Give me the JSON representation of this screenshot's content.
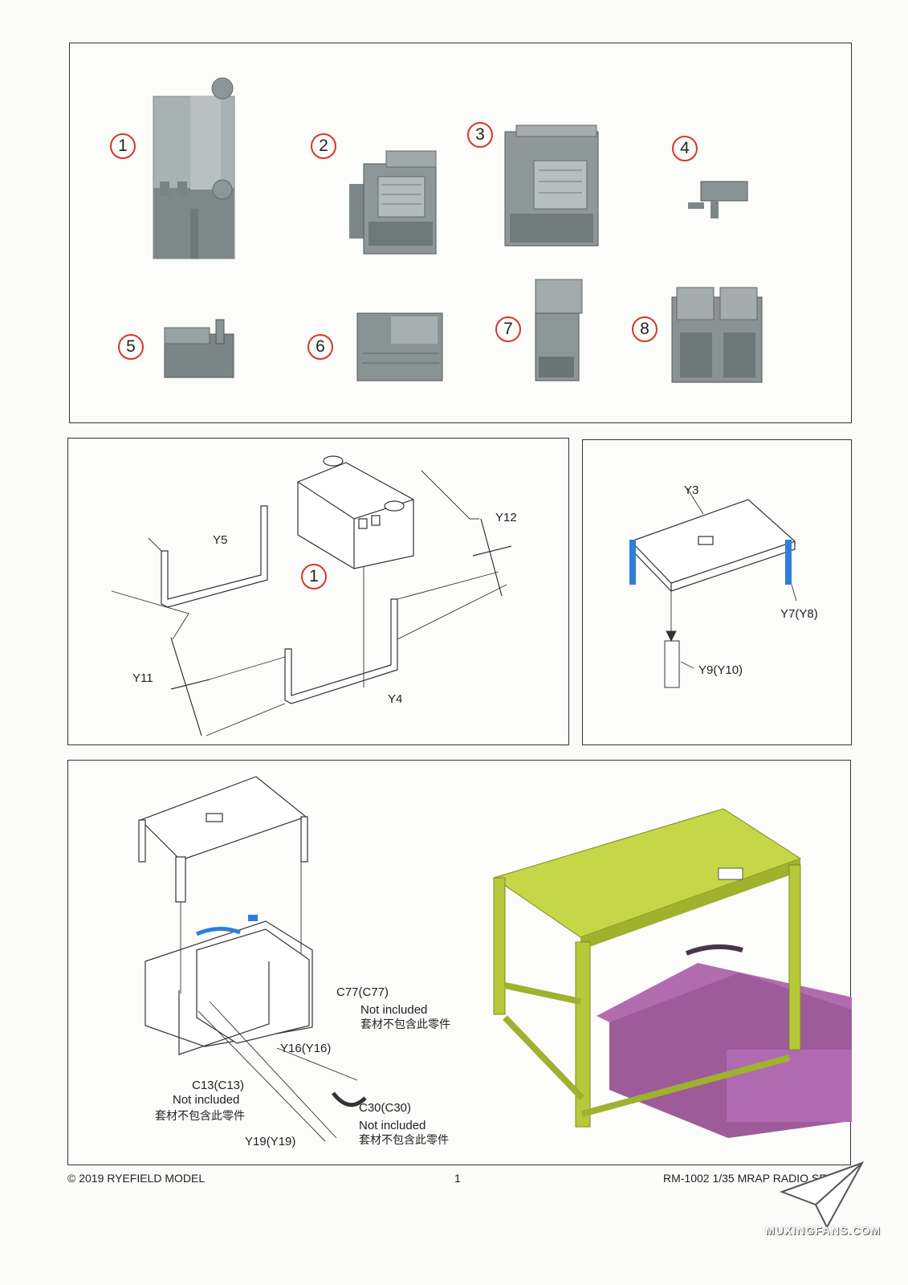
{
  "panel1": {
    "callouts": [
      "1",
      "2",
      "3",
      "4",
      "5",
      "6",
      "7",
      "8"
    ]
  },
  "panel2": {
    "labels": {
      "y5": "Y5",
      "y12": "Y12",
      "y11": "Y11",
      "y4": "Y4",
      "step": "1"
    }
  },
  "panel3": {
    "labels": {
      "y3": "Y3",
      "y7": "Y7(Y8)",
      "y9": "Y9(Y10)"
    }
  },
  "panel4": {
    "labels": {
      "c77": "C77(C77)",
      "c77_note": "Not included",
      "c77_note_cn": "套材不包含此零件",
      "y16": "Y16(Y16)",
      "c13": "C13(C13)",
      "c13_note": "Not included",
      "c13_note_cn": "套材不包含此零件",
      "c30": "C30(C30)",
      "c30_note": "Not included",
      "c30_note_cn": "套材不包含此零件",
      "y19": "Y19(Y19)"
    }
  },
  "footer": {
    "copyright": "© 2019 RYEFIELD MODEL",
    "page": "1",
    "product": "RM-1002 1/35 MRAP RADIO SET"
  },
  "watermark": {
    "text": "MUXINGFANS.COM"
  },
  "colors": {
    "callout_ring": "#d8352b",
    "part_grey": "#9aa3a4",
    "part_blue": "#2f7fd6",
    "render_yellow": "#c5d646",
    "render_magenta": "#b36bb0"
  }
}
